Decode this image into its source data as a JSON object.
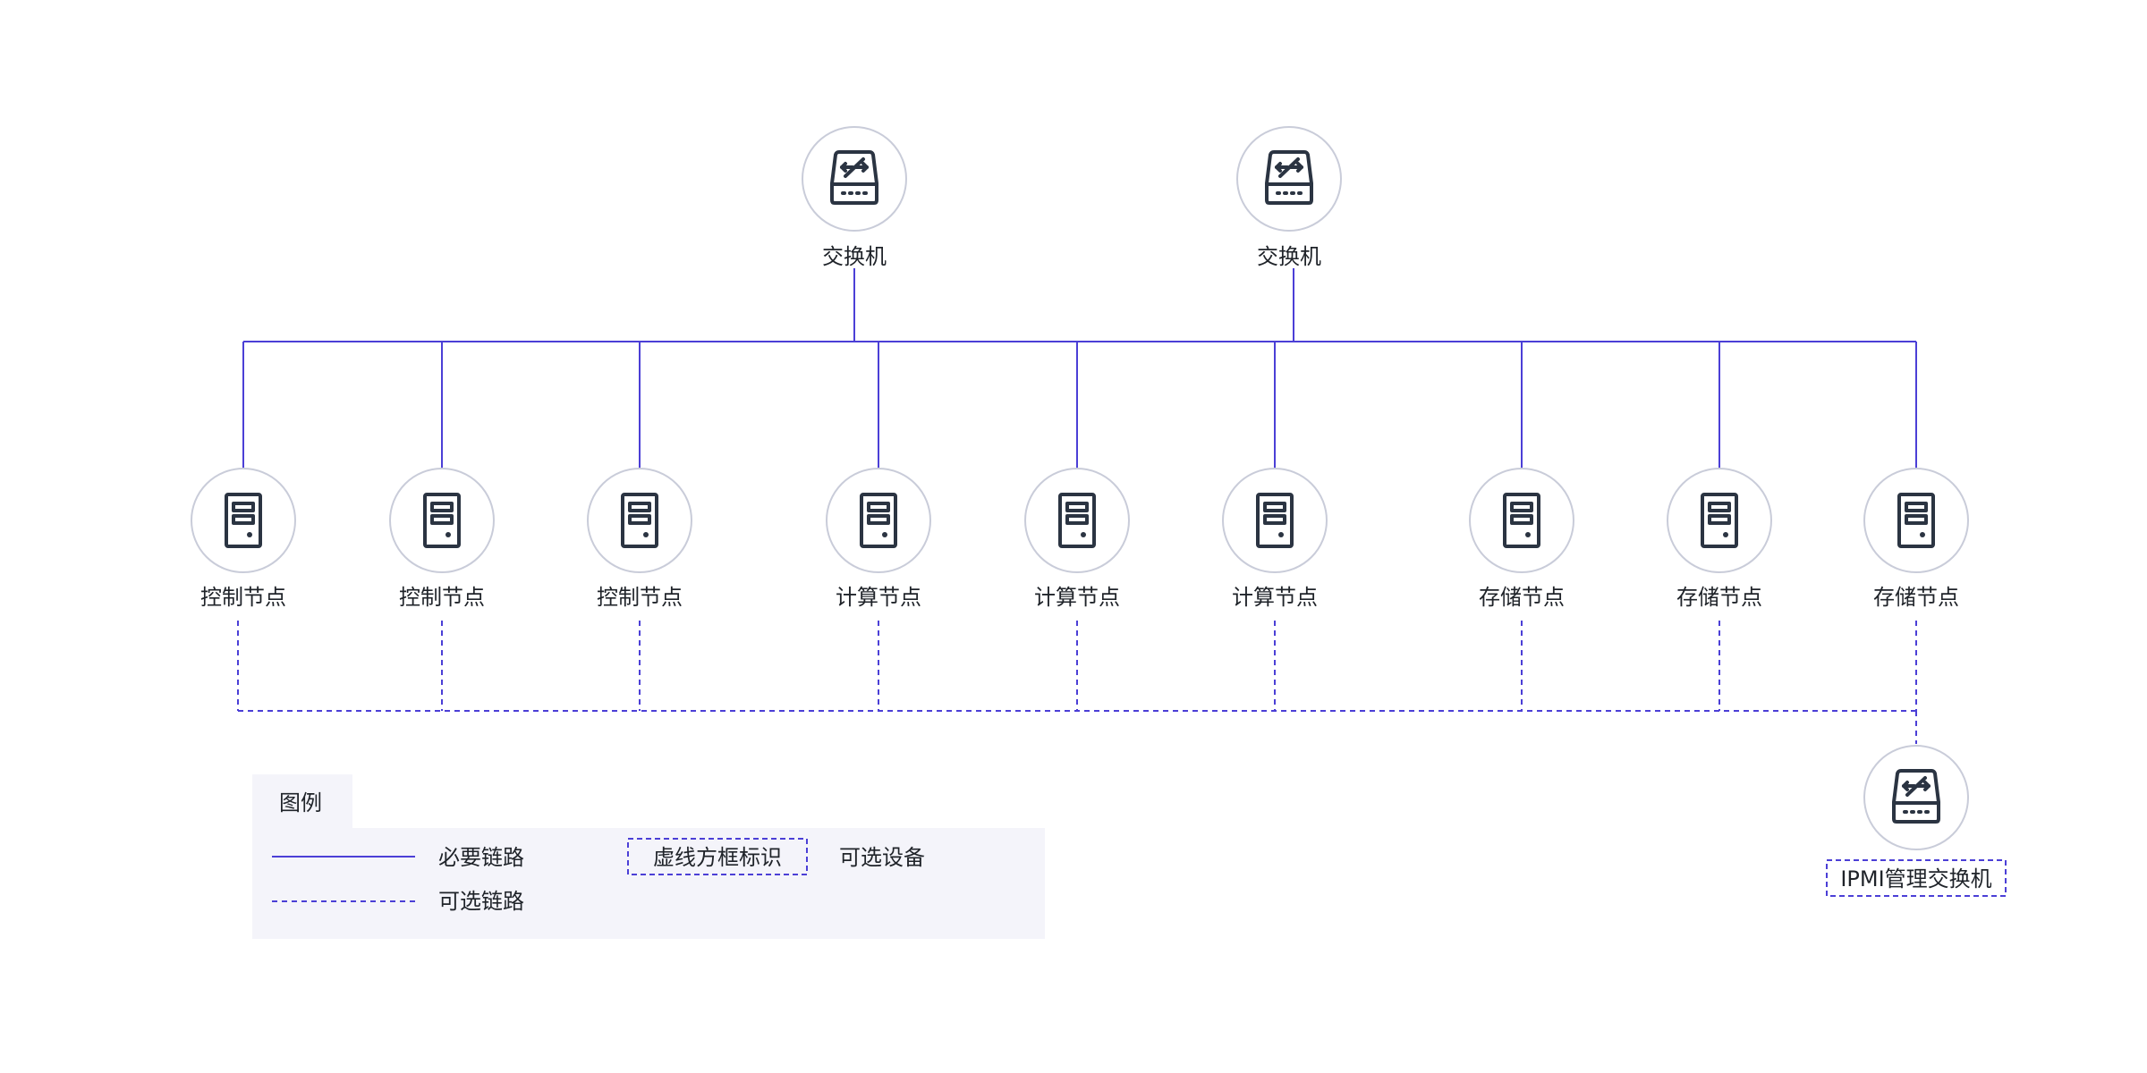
{
  "switches": [
    {
      "label": "交换机",
      "icon": "network-switch-icon"
    },
    {
      "label": "交换机",
      "icon": "network-switch-icon"
    }
  ],
  "nodes": [
    {
      "label": "控制节点",
      "icon": "server-icon"
    },
    {
      "label": "控制节点",
      "icon": "server-icon"
    },
    {
      "label": "控制节点",
      "icon": "server-icon"
    },
    {
      "label": "计算节点",
      "icon": "server-icon"
    },
    {
      "label": "计算节点",
      "icon": "server-icon"
    },
    {
      "label": "计算节点",
      "icon": "server-icon"
    },
    {
      "label": "存储节点",
      "icon": "server-icon"
    },
    {
      "label": "存储节点",
      "icon": "server-icon"
    },
    {
      "label": "存储节点",
      "icon": "server-icon"
    }
  ],
  "ipmi_switch": {
    "label": "IPMI管理交换机",
    "icon": "network-switch-icon",
    "optional": true
  },
  "legend": {
    "title": "图例",
    "required_link": "必要链路",
    "optional_link": "可选链路",
    "dashed_box": "虚线方框标识",
    "optional_device": "可选设备"
  },
  "colors": {
    "link": "#4b3fd6",
    "circle_stroke": "#c9ccd9",
    "icon": "#2b3442",
    "legend_bg": "#f4f4fa"
  }
}
